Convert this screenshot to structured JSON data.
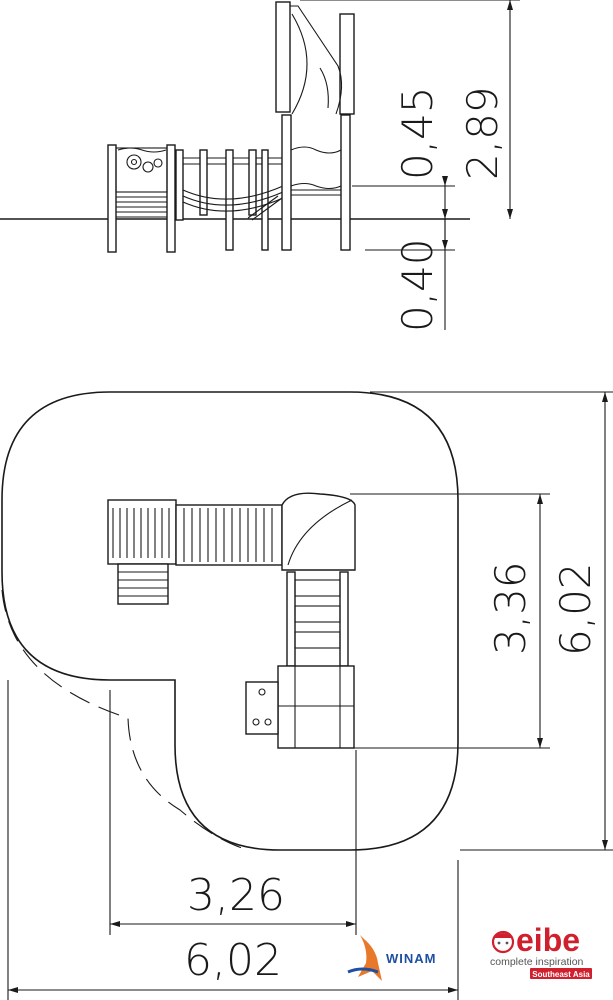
{
  "elevation": {
    "dimensions": {
      "total_height": "2,89",
      "platform_height": "0,45",
      "foundation_depth": "0,40"
    }
  },
  "plan": {
    "dimensions": {
      "equipment_depth": "3,36",
      "safety_zone_depth": "6,02",
      "equipment_width": "3,26",
      "safety_zone_width": "6,02"
    }
  },
  "logos": {
    "winam": {
      "text": "WINAM",
      "accent": "#1e4fa0",
      "figure_color": "#e8792a"
    },
    "eibe": {
      "brand": "eibe",
      "tagline": "complete inspiration",
      "region": "Southeast Asia",
      "brand_color": "#d0202e",
      "text_color": "#555555"
    }
  }
}
